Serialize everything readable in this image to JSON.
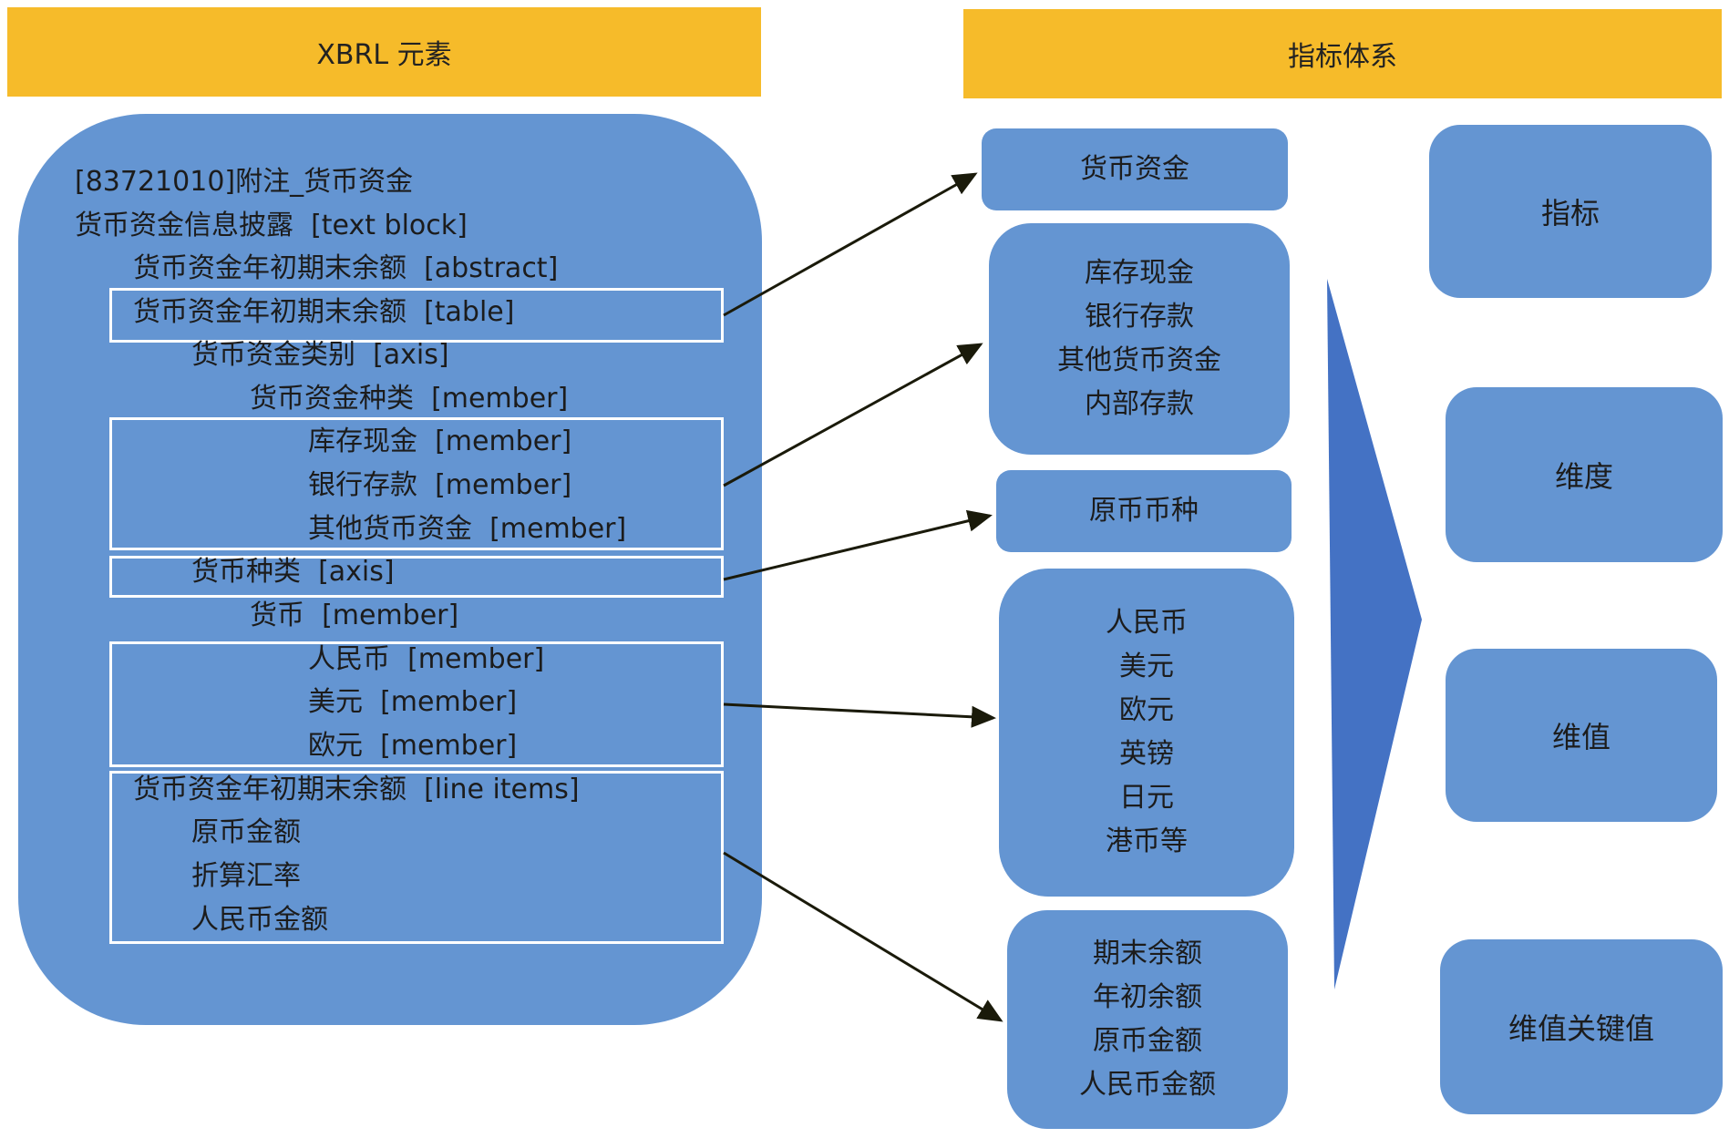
{
  "headers": {
    "left": "XBRL 元素",
    "right": "指标体系"
  },
  "xbrl_lines": [
    "[83721010]附注_货币资金",
    "货币资金信息披露  [text block]",
    "货币资金年初期末余额  [abstract]",
    "货币资金年初期末余额  [table]",
    "货币资金类别  [axis]",
    "货币资金种类  [member]",
    "库存现金  [member]",
    "银行存款  [member]",
    "其他货币资金  [member]",
    "货币种类  [axis]",
    "货币  [member]",
    "人民币  [member]",
    "美元  [member]",
    "欧元  [member]",
    "货币资金年初期末余额  [line items]",
    "原币金额",
    "折算汇率",
    "人民币金额"
  ],
  "middle_boxes": [
    {
      "lines": [
        "货币资金"
      ]
    },
    {
      "lines": [
        "库存现金",
        "银行存款",
        "其他货币资金",
        "内部存款"
      ]
    },
    {
      "lines": [
        "原币币种"
      ]
    },
    {
      "lines": [
        "人民币",
        "美元",
        "欧元",
        "英镑",
        "日元",
        "港币等"
      ]
    },
    {
      "lines": [
        "期末余额",
        "年初余额",
        "原币金额",
        "人民币金额"
      ]
    }
  ],
  "right_boxes": [
    "指标",
    "维度",
    "维值",
    "维值关键值"
  ],
  "colors": {
    "header": "#f6bb2a",
    "box": "#6495d2",
    "triangle": "#4472c4",
    "frame": "#ffffff",
    "arrow": "#1a1a0a"
  }
}
